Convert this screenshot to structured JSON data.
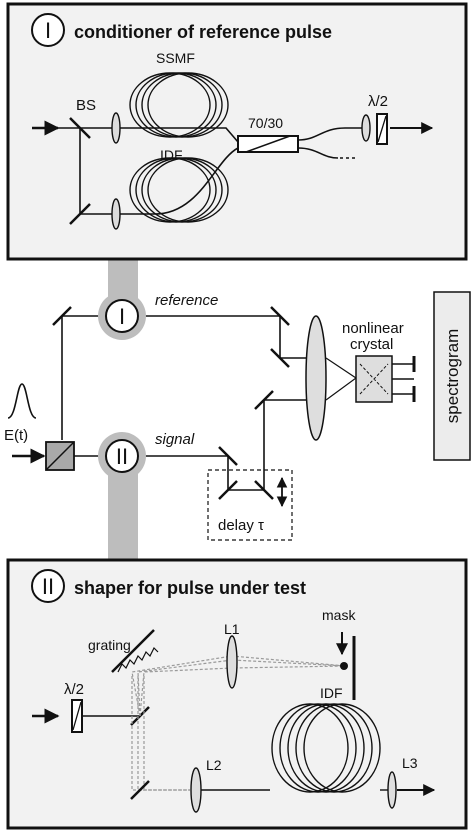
{
  "panel_top": {
    "numeral": "I",
    "title": "conditioner of reference pulse",
    "labels": {
      "ssmf": "SSMF",
      "bs": "BS",
      "idf": "IDF",
      "coupler": "70/30",
      "waveplate": "λ/2"
    }
  },
  "middle": {
    "numeral_top": "I",
    "numeral_bottom": "II",
    "reference": "reference",
    "signal": "signal",
    "nonlinear": "nonlinear",
    "crystal": "crystal",
    "spectrogram": "spectrogram",
    "input_field": "E(t)",
    "delay": "delay τ"
  },
  "panel_bottom": {
    "numeral": "II",
    "title": "shaper for pulse under test",
    "labels": {
      "mask": "mask",
      "grating": "grating",
      "l1": "L1",
      "waveplate": "λ/2",
      "idf": "IDF",
      "l2": "L2",
      "l3": "L3"
    }
  },
  "colors": {
    "panel_fill": "#f2f2f2",
    "connector_gray": "#bdbdbd",
    "box_gray": "#a9a9a9",
    "beam_dashed": "#9a9a9a",
    "ink": "#111111"
  }
}
